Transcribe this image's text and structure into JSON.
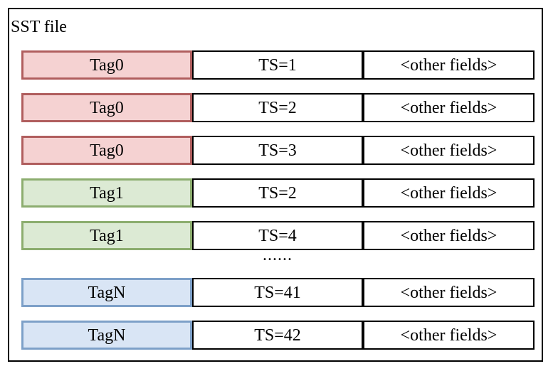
{
  "diagram": {
    "title": "SST file",
    "ellipsis": "......",
    "colors": {
      "red_fill": "#f5d2d2",
      "red_border": "#b05e5e",
      "green_fill": "#dcead4",
      "green_border": "#8cad6f",
      "blue_fill": "#d9e5f5",
      "blue_border": "#7da0c8",
      "box_border": "#000000",
      "frame_border": "#000000"
    },
    "rows": [
      {
        "tag": "Tag0",
        "ts": "TS=1",
        "other": "<other fields>",
        "color": "red"
      },
      {
        "tag": "Tag0",
        "ts": "TS=2",
        "other": "<other fields>",
        "color": "red"
      },
      {
        "tag": "Tag0",
        "ts": "TS=3",
        "other": "<other fields>",
        "color": "red"
      },
      {
        "tag": "Tag1",
        "ts": "TS=2",
        "other": "<other fields>",
        "color": "green"
      },
      {
        "tag": "Tag1",
        "ts": "TS=4",
        "other": "<other fields>",
        "color": "green"
      },
      {
        "tag": "TagN",
        "ts": "TS=41",
        "other": "<other fields>",
        "color": "blue"
      },
      {
        "tag": "TagN",
        "ts": "TS=42",
        "other": "<other fields>",
        "color": "blue"
      }
    ]
  }
}
